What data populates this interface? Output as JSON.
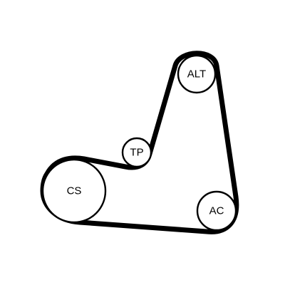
{
  "pulleys": {
    "alt": {
      "label": "ALT"
    },
    "tp": {
      "label": "TP"
    },
    "cs": {
      "label": "CS"
    },
    "ac": {
      "label": "AC"
    }
  },
  "colors": {
    "belt": "#000000",
    "pulley_fill": "#ffffff",
    "background": "#ffffff"
  }
}
